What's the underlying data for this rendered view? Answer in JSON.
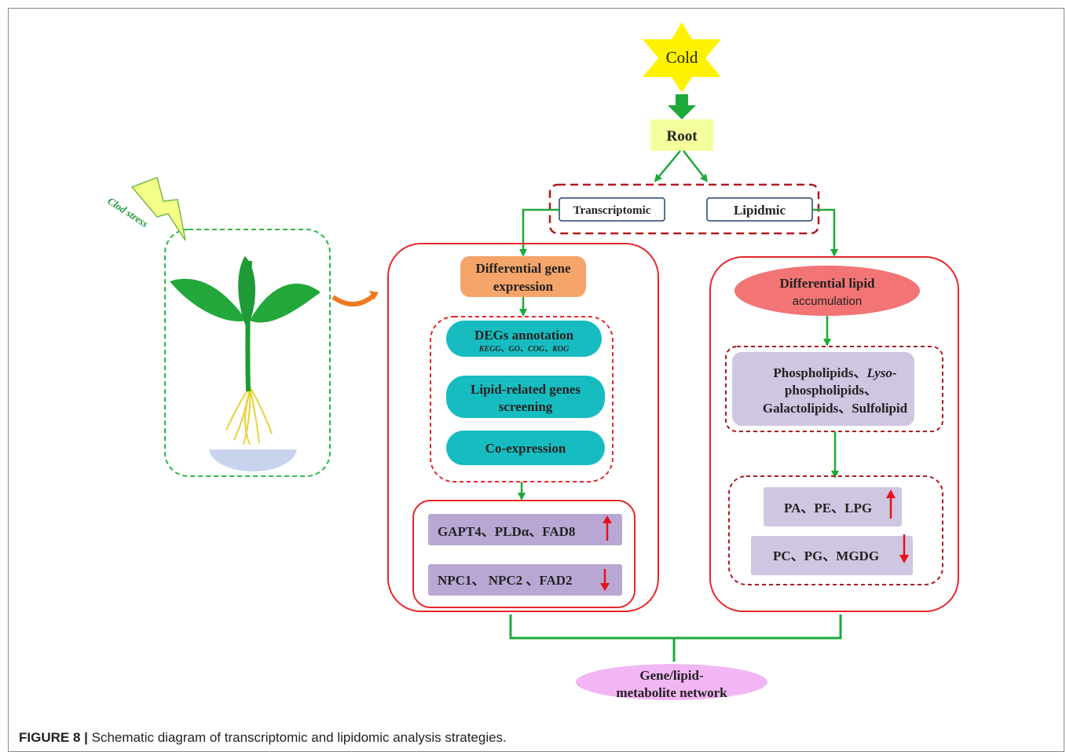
{
  "cold": "Cold",
  "root": "Root",
  "transcriptomic": "Transcriptomic",
  "lipidmic": "Lipidmic",
  "stress_label": "Clod stress",
  "diff_gene": [
    "Differential gene",
    "expression"
  ],
  "degs_annotation": "DEGs annotation",
  "degs_sub": "KEGG、GO、COG、KOG",
  "lipid_genes": [
    "Lipid-related genes",
    "screening"
  ],
  "coexpression": "Co-expression",
  "genes_up": "GAPT4、PLDα、FAD8",
  "genes_down": "NPC1、 NPC2 、FAD2",
  "diff_lipid": [
    "Differential lipid",
    "accumulation"
  ],
  "lipid_classes": {
    "l1a": "Phospholipids、",
    "l1b": "Lyso-",
    "l2": "phospholipids、",
    "l3": "Galactolipids、Sulfolipid"
  },
  "lipids_up": "PA、PE、LPG",
  "lipids_down": "PC、PG、MGDG",
  "network": [
    "Gene/lipid-",
    "metabolite network"
  ],
  "caption_label": "FIGURE 8 |",
  "caption_text": " Schematic diagram of transcriptomic and lipidomic analysis strategies.",
  "colors": {
    "green_arrow": "#1fa83a",
    "red_border": "#e8262b",
    "dark_red_dash": "#b01a22",
    "teal": "#17bcc0",
    "purple_box": "#b8a7d2",
    "lavender_box": "#cfc6e2",
    "orange": "#f5a46a",
    "salmon": "#f27474",
    "pink_ellipse": "#f1b6f3",
    "yellow_star": "#fff200",
    "root_box": "#f3ff9c"
  }
}
